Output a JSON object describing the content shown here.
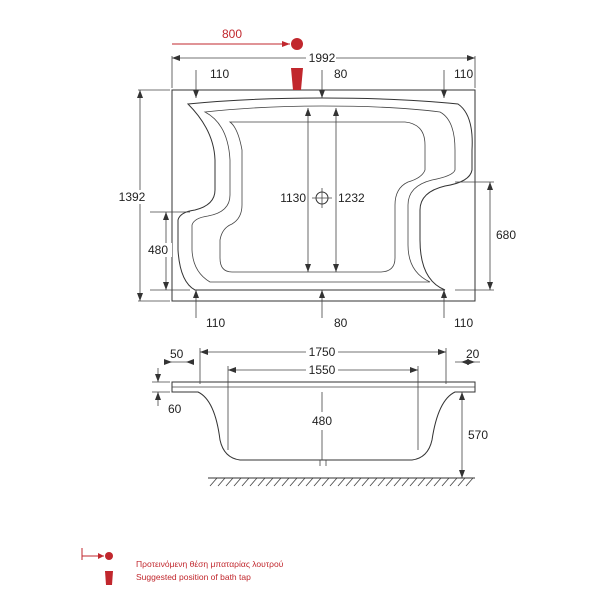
{
  "top_view": {
    "overall_width": "1992",
    "overall_depth": "1392",
    "tap_offset": "800",
    "top_left_margin": "110",
    "top_center_margin": "80",
    "top_right_margin": "110",
    "bottom_left_margin": "110",
    "bottom_center_margin": "80",
    "bottom_right_margin": "110",
    "inner_left": "1130",
    "inner_right": "1232",
    "left_depth": "480",
    "right_depth": "680"
  },
  "side_view": {
    "rim_left": "50",
    "rim_right": "20",
    "top_length": "1750",
    "bottom_length": "1550",
    "rim_height": "60",
    "inner_depth": "480",
    "total_height": "570"
  },
  "legend": {
    "text_greek": "Προτεινόμενη θέση μπαταρίας λουτρού",
    "text_english": "Suggested position of bath tap"
  },
  "colors": {
    "line": "#333333",
    "tap_red": "#c1272d"
  }
}
